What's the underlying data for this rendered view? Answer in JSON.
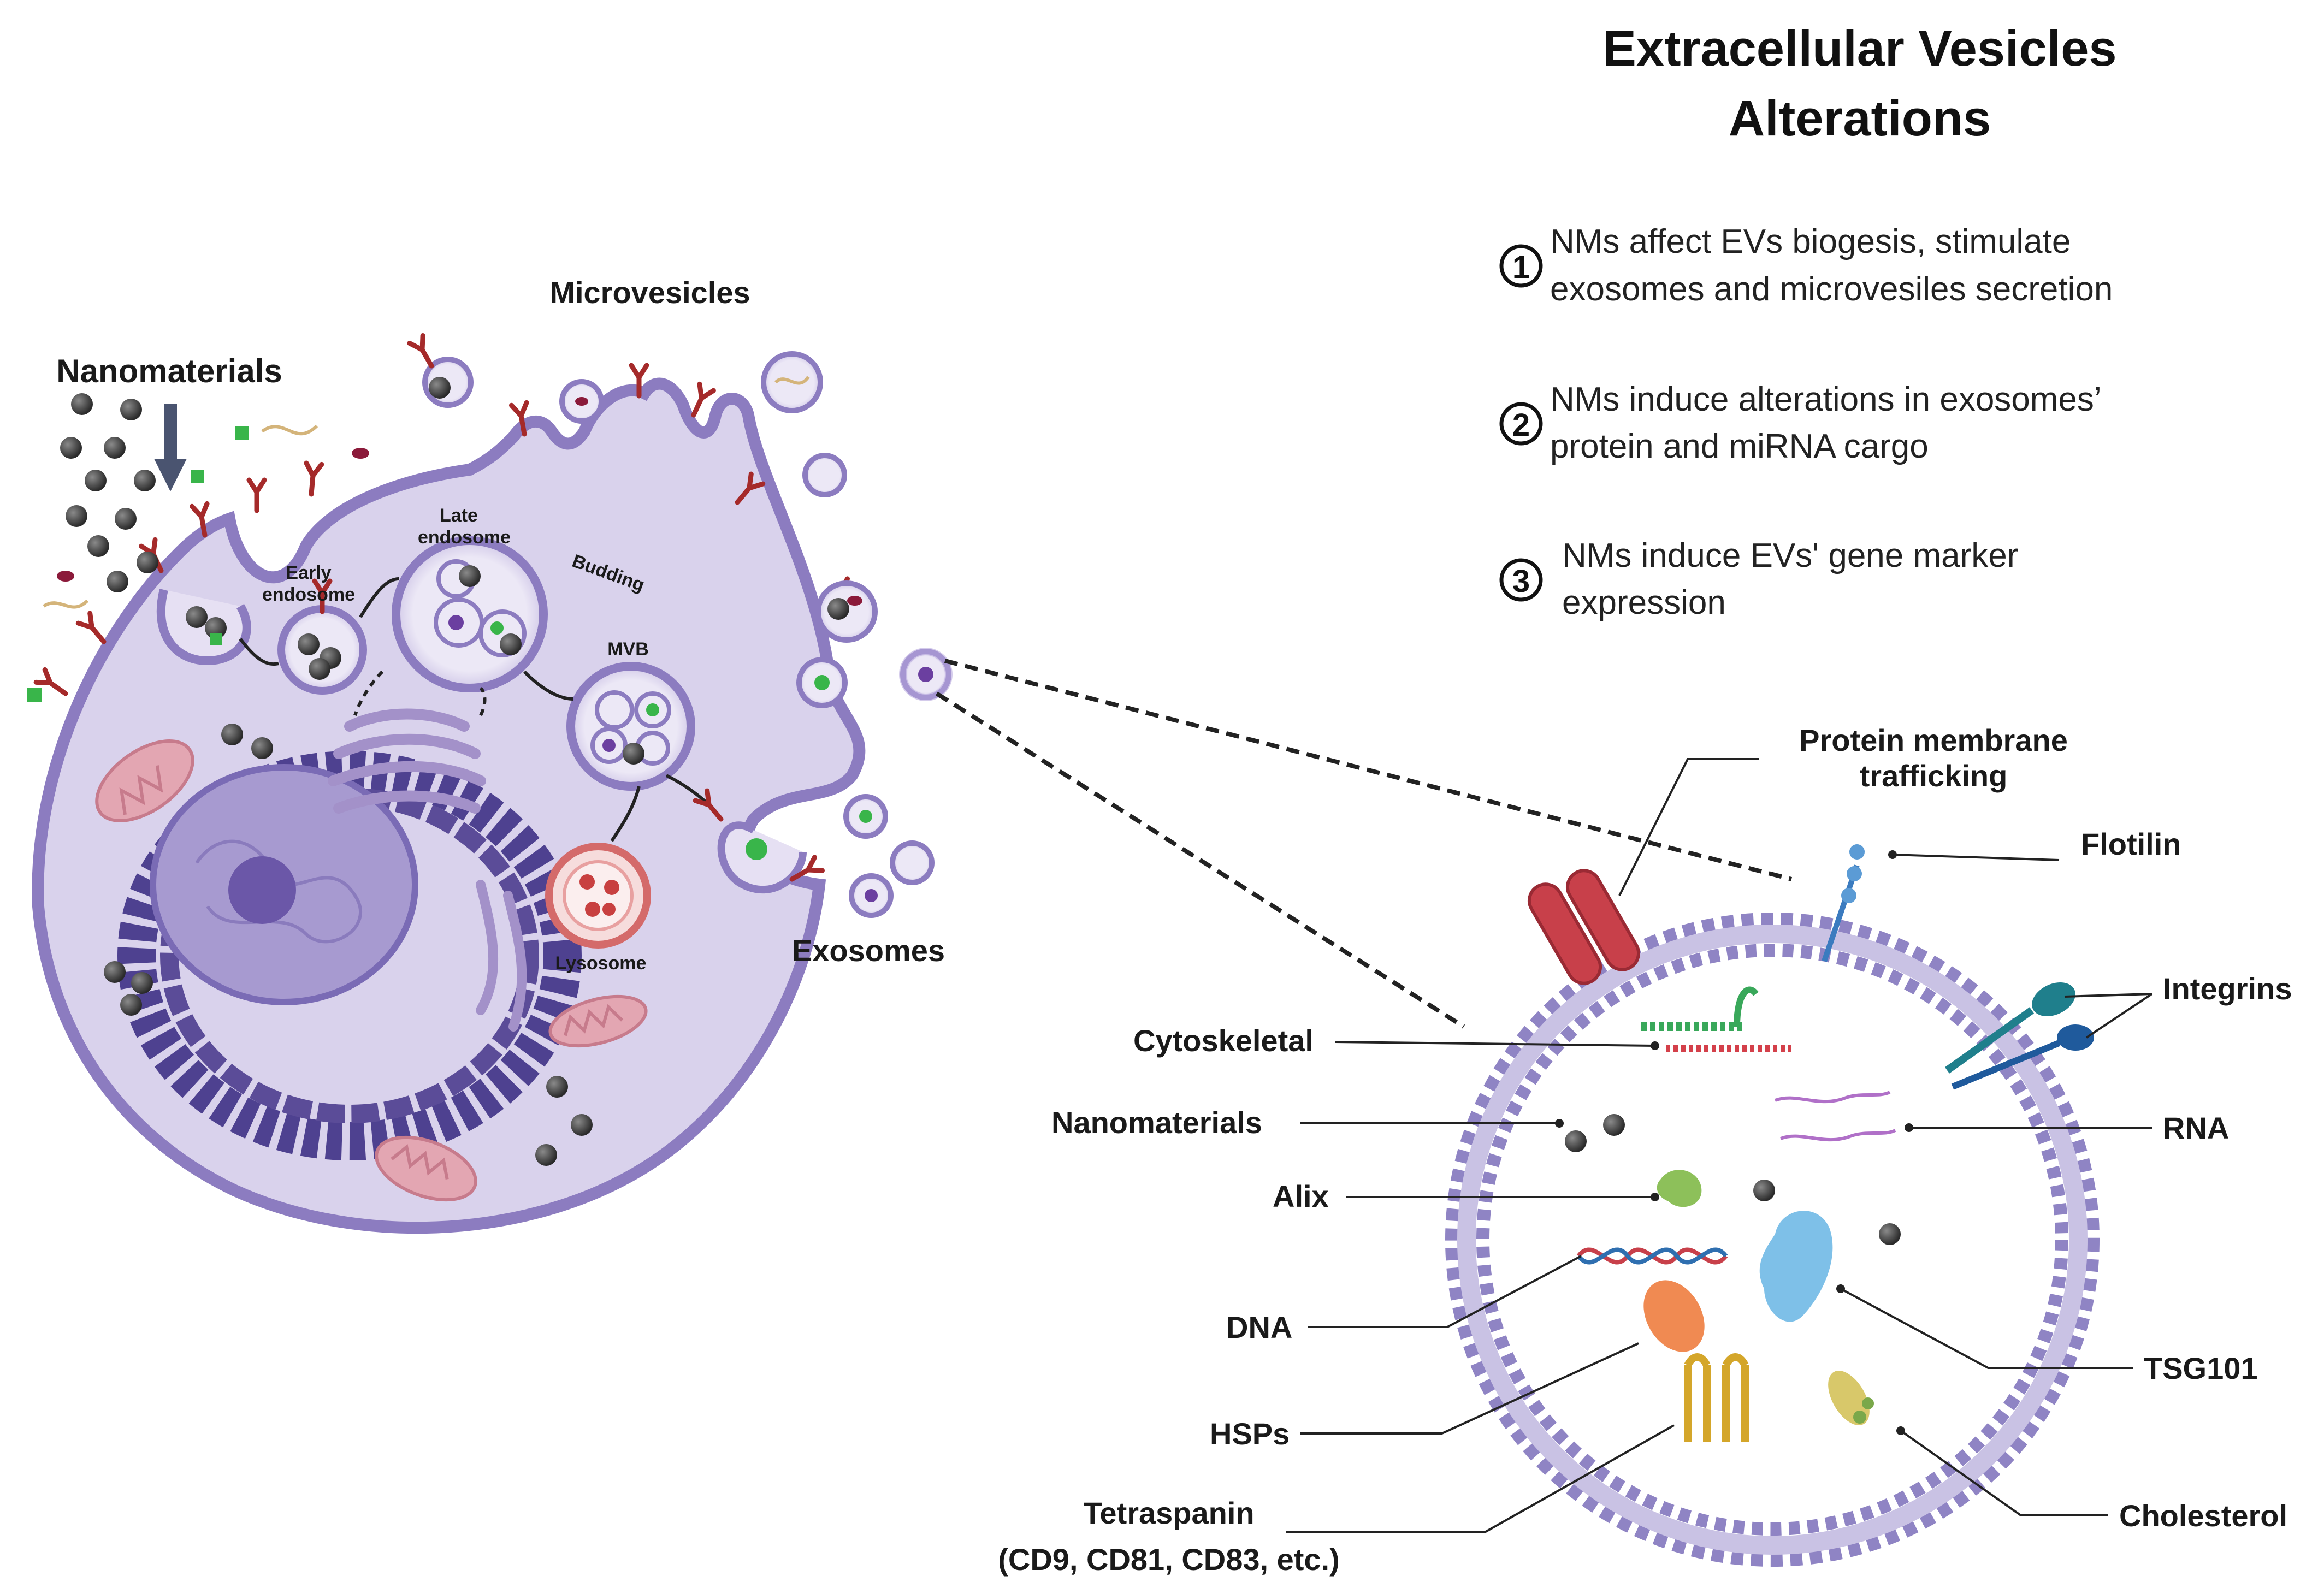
{
  "title": {
    "line1": "Extracellular Vesicles",
    "line2": "Alterations"
  },
  "effects": [
    {
      "num": "1",
      "line1": "NMs  affect  EVs  biogesis,  stimulate",
      "line2": "exosomes  and microvesiles secretion"
    },
    {
      "num": "2",
      "line1": "NMs induce alterations in exosomes’",
      "line2": "protein and miRNA cargo"
    },
    {
      "num": "3",
      "line1": "NMs induce EVs' gene marker",
      "line2": "expression"
    }
  ],
  "cell_labels": {
    "nanomaterials": "Nanomaterials",
    "microvesicles": "Microvesicles",
    "early_endosome_1": "Early",
    "early_endosome_2": "endosome",
    "late_endosome_1": "Late",
    "late_endosome_2": "endosome",
    "budding": "Budding",
    "mvb": "MVB",
    "lysosome": "Lysosome",
    "exosomes": "Exosomes"
  },
  "exosome_labels": {
    "protein_membrane_1": "Protein membrane",
    "protein_membrane_2": "trafficking",
    "flotilin": "Flotilin",
    "integrins": "Integrins",
    "cytoskeletal": "Cytoskeletal",
    "nanomaterials": "Nanomaterials",
    "rna": "RNA",
    "alix": "Alix",
    "dna": "DNA",
    "tsg101": "TSG101",
    "hsps": "HSPs",
    "cholesterol": "Cholesterol",
    "tetraspanin_1": "Tetraspanin",
    "tetraspanin_2": "(CD9, CD81, CD83, etc.)"
  },
  "colors": {
    "cell_fill": "#d9d2ec",
    "membrane": "#8c7cc0",
    "lipid_head": "#8f84c4",
    "nucleus": "#a79ad0",
    "nucleolus": "#6b57a8",
    "er": "#5b4c98",
    "mito": "#e3a6b2",
    "receptor": "#a52a2a",
    "nanoparticle": "#3a3a3a"
  }
}
